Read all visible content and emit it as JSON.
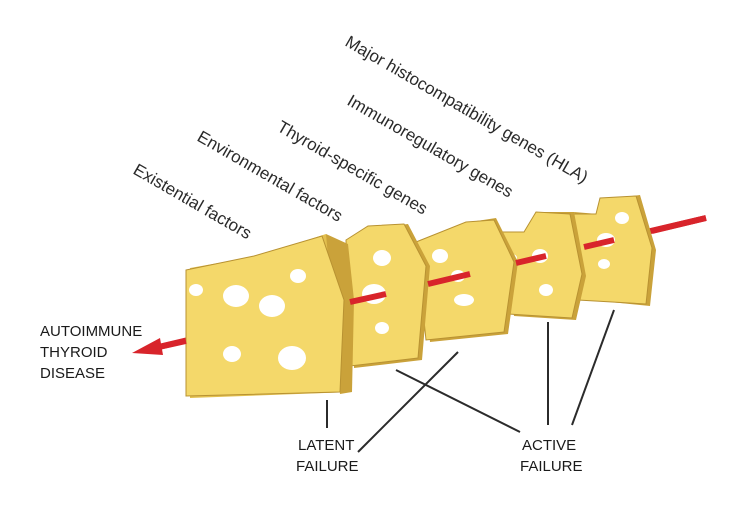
{
  "factors": {
    "existential": "Existential factors",
    "environmental": "Environmental factors",
    "thyroid_genes": "Thyroid-specific genes",
    "immunoregulatory": "Immunoregulatory genes",
    "hla": "Major histocompatibility genes (HLA)"
  },
  "outcome": {
    "line1": "AUTOIMMUNE",
    "line2": "THYROID",
    "line3": "DISEASE"
  },
  "latent": {
    "line1": "LATENT",
    "line2": "FAILURE"
  },
  "active": {
    "line1": "ACTIVE",
    "line2": "FAILURE"
  },
  "colors": {
    "cheese_face": "#f4d86a",
    "cheese_side": "#e2bf4e",
    "cheese_dark": "#caa23a",
    "hole": "#ffffff",
    "arrow": "#d8242b",
    "line": "#2b2b2b"
  }
}
